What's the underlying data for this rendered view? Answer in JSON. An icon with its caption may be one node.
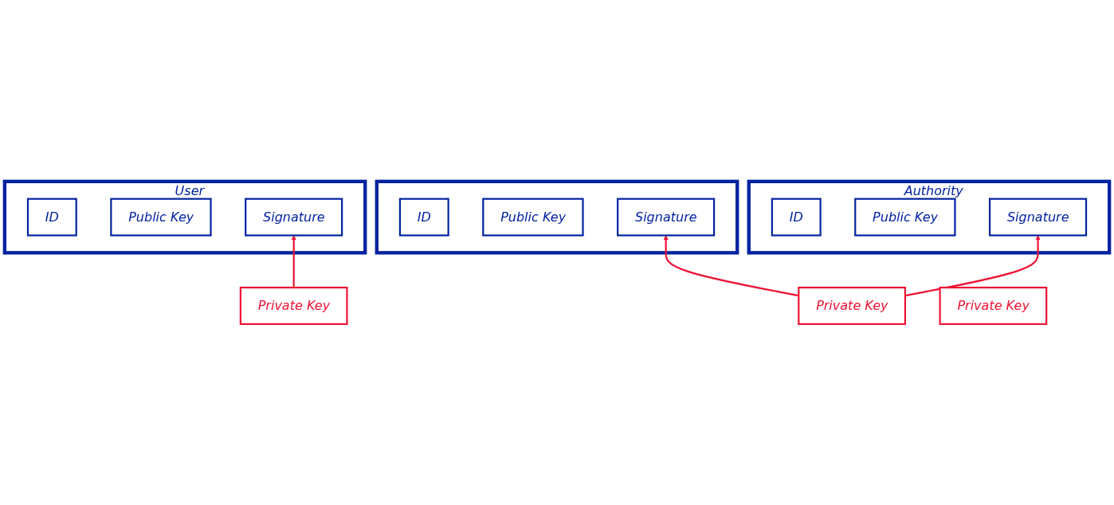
{
  "diagram": {
    "nodes": [
      {
        "text": [
          "User"
        ]
      },
      {
        "text": [
          "ID"
        ],
        "in": 0
      },
      {
        "text": [
          "Public Key"
        ],
        "in": 0
      },
      {
        "text": [
          "Signature"
        ],
        "in": 0
      },
      {
        "text": [],
        "shape": "box"
      },
      {
        "text": [
          "ID"
        ],
        "in": 4
      },
      {
        "text": [
          "Public Key"
        ],
        "in": 4
      },
      {
        "text": [
          "Signature"
        ],
        "in": 4
      },
      {
        "text": [
          "Authority"
        ]
      },
      {
        "text": [
          "ID"
        ],
        "in": 8
      },
      {
        "text": [
          "Public Key"
        ],
        "in": 8
      },
      {
        "text": [
          "Signature"
        ],
        "in": 8
      },
      {
        "text": [
          "Private Key"
        ]
      },
      {
        "text": [
          "Private Key"
        ]
      },
      {
        "text": [
          "Private Key"
        ]
      }
    ],
    "edges": [
      {
        "from": 13,
        "to": 3,
        "arrow": "to",
        "color": "#ee1133"
      },
      {
        "from": 14,
        "to": 7,
        "arrow": "to",
        "color": "#ee1133"
      },
      {
        "from": 14,
        "to": 11,
        "arrow": "to",
        "color": "#ee1133"
      }
    ]
  }
}
